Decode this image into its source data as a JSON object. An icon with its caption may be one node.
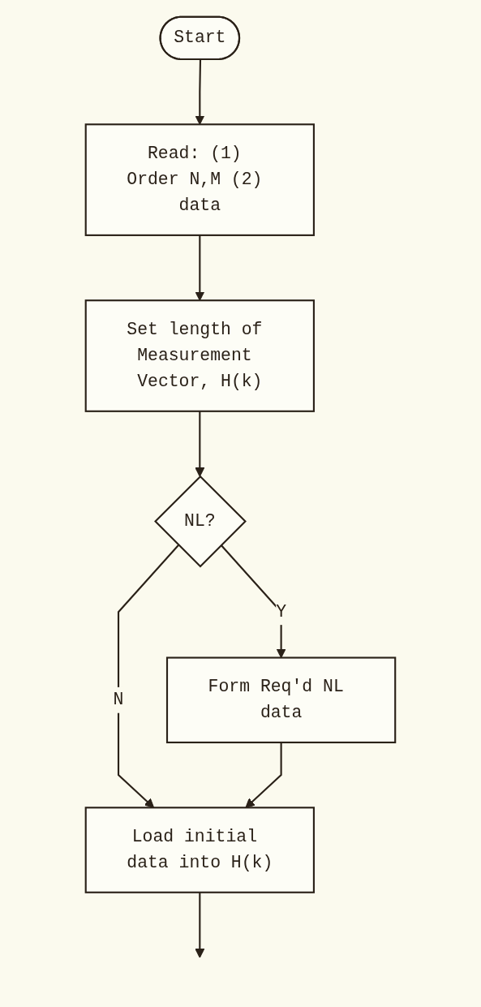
{
  "diagram": {
    "nodes": [
      {
        "text": [
          "Start"
        ]
      },
      {
        "text": [
          "Read: (1) Order N,M (2) data"
        ]
      },
      {
        "text": [
          "Set length of Measurement Vector, H(k)"
        ]
      },
      {
        "text": [
          "NL?"
        ]
      },
      {
        "text": [
          "Form Req'd NL data"
        ]
      },
      {
        "text": [
          "Load initial data into H(k)"
        ]
      }
    ],
    "edges": [
      {
        "from": 0,
        "to": 1,
        "arrow": "to"
      },
      {
        "from": 1,
        "to": 2,
        "arrow": "to"
      },
      {
        "from": 2,
        "to": 3,
        "arrow": "to"
      },
      {
        "from": 3,
        "to": 4,
        "arrow": "to",
        "label": "Y"
      },
      {
        "from": 3,
        "to": 5,
        "arrow": "to",
        "label": "N"
      },
      {
        "from": 4,
        "to": 5,
        "arrow": "to"
      },
      {
        "from": 5,
        "to": null,
        "arrow": "to"
      }
    ]
  }
}
